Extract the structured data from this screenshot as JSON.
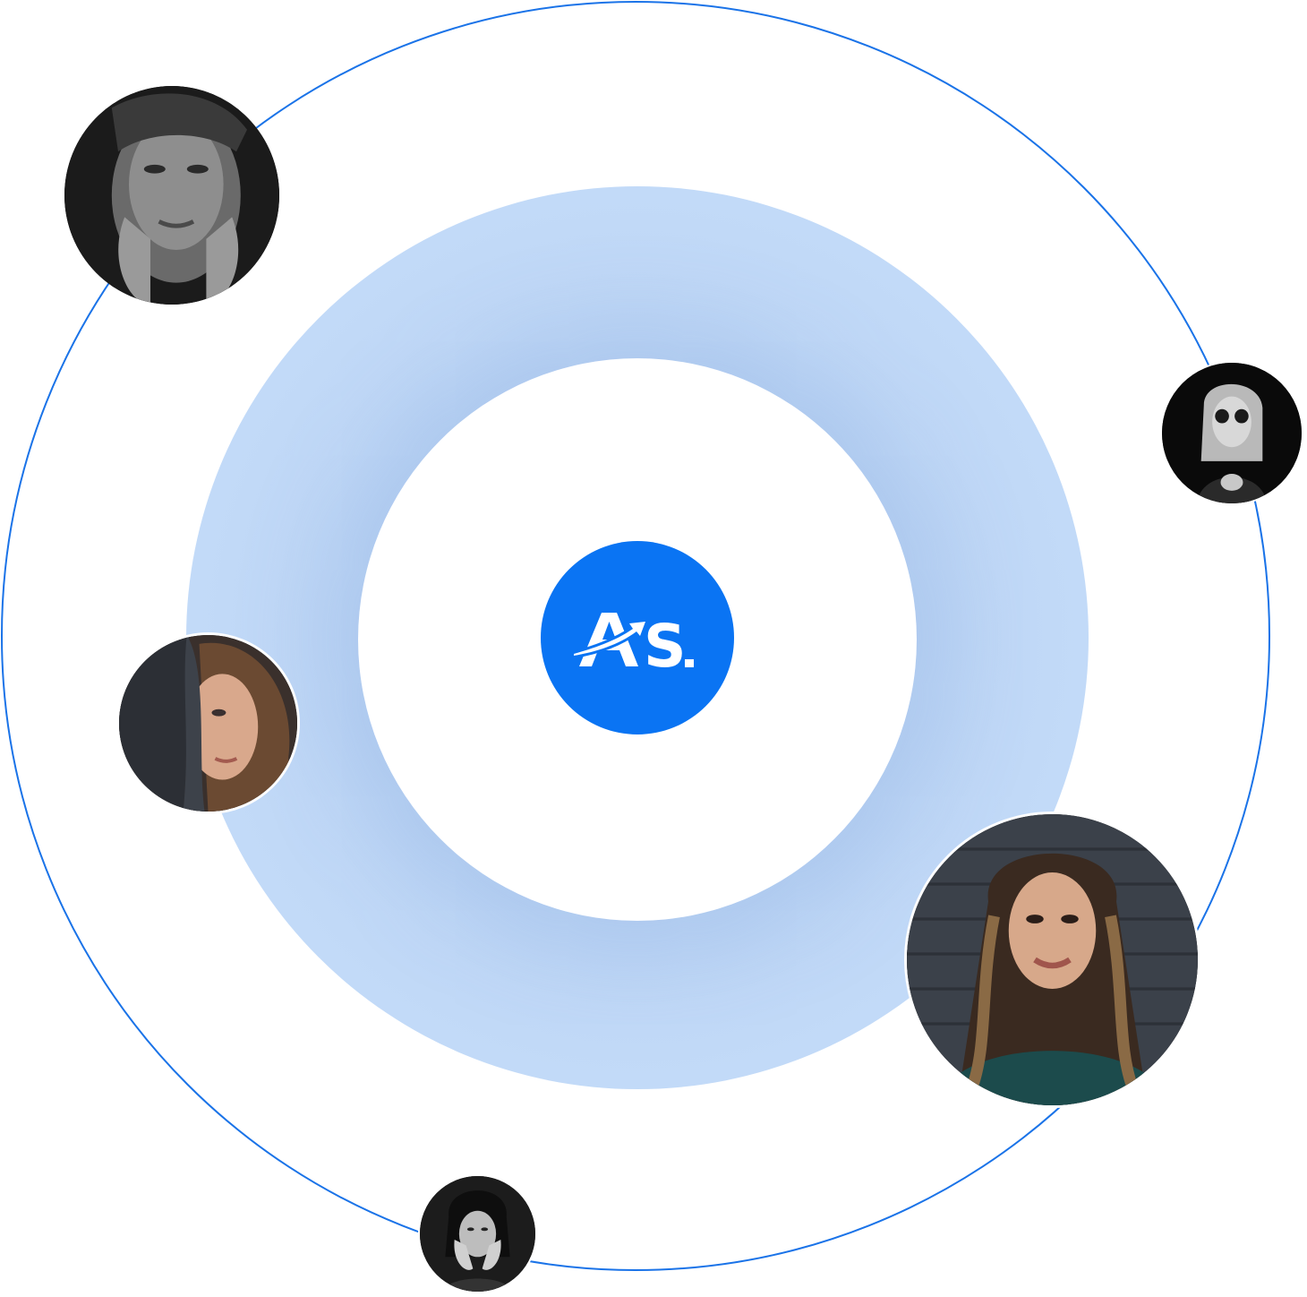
{
  "logo": {
    "text": "AS."
  },
  "colors": {
    "orbit_line": "#1a73e8",
    "halo": "#c3dbf8",
    "logo_background": "#0a74f3",
    "logo_text": "#ffffff",
    "page_background": "#ffffff"
  },
  "avatars": [
    {
      "id": "portrait-1",
      "icon": "portrait-monochrome-hands-on-face"
    },
    {
      "id": "portrait-2",
      "icon": "portrait-monochrome-sunglasses"
    },
    {
      "id": "portrait-3",
      "icon": "portrait-color-half-covered-face"
    },
    {
      "id": "portrait-4",
      "icon": "portrait-color-brick-wall"
    },
    {
      "id": "portrait-5",
      "icon": "portrait-monochrome-hands-on-cheeks"
    }
  ]
}
